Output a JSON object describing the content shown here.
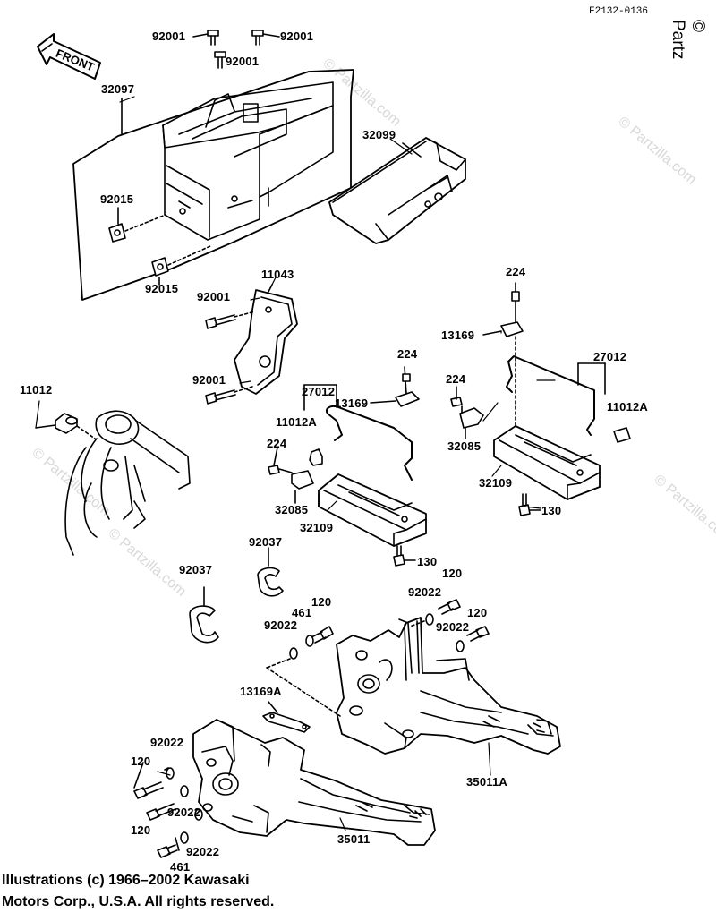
{
  "figure_code": "F2132-0136",
  "copyright_mark": "© Partz",
  "watermark": "© Partzilla.com",
  "front_label": "FRONT",
  "footer": {
    "line1": "Illustrations (c) 1966–2002 Kawasaki",
    "line2": "Motors Corp., U.S.A.  All rights reserved."
  },
  "parts": {
    "p92001_a": "92001",
    "p92001_b": "92001",
    "p92001_c": "92001",
    "p32097": "32097",
    "p32099": "32099",
    "p92015_a": "92015",
    "p92015_b": "92015",
    "p11043": "11043",
    "p92001_d": "92001",
    "p92001_e": "92001",
    "p224_a": "224",
    "p13169_a": "13169",
    "p27012_a": "27012",
    "p11012A_a": "11012A",
    "p224_b": "224",
    "p32085_a": "32085",
    "p32109_a": "32109",
    "p130_a": "130",
    "p11012": "11012",
    "p27012_b": "27012",
    "p224_c": "224",
    "p13169_b": "13169",
    "p11012A_b": "11012A",
    "p224_d": "224",
    "p32085_b": "32085",
    "p32109_b": "32109",
    "p130_b": "130",
    "p92037_a": "92037",
    "p92037_b": "92037",
    "p120_a": "120",
    "p92022_a": "92022",
    "p120_b": "120",
    "p92022_b": "92022",
    "p461_a": "461",
    "p120_c": "120",
    "p92022_c": "92022",
    "p13169A": "13169A",
    "p92022_d": "92022",
    "p120_d": "120",
    "p120_e": "120",
    "p92022_e": "92022",
    "p92022_f": "92022",
    "p461_b": "461",
    "p35011A": "35011A",
    "p35011": "35011"
  }
}
